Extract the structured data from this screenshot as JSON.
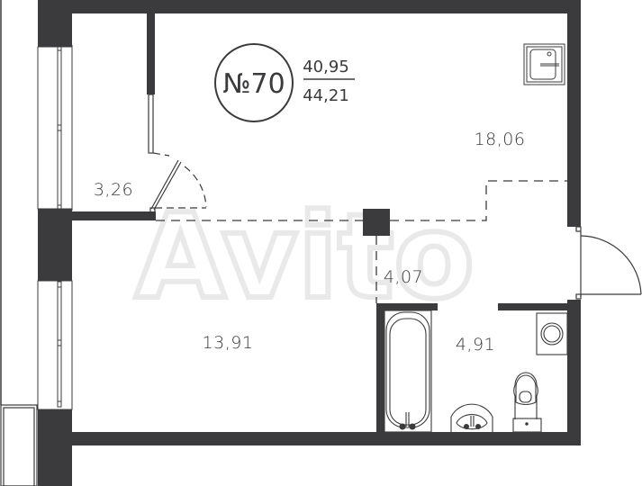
{
  "plan": {
    "apartment_number": "№70",
    "living_area": "40,95",
    "total_area": "44,21",
    "watermark": "Avito",
    "colors": {
      "wall": "#3b3b3d",
      "line": "#3b3b3d",
      "background": "#ffffff",
      "watermark": "#e9e9ea"
    },
    "rooms": [
      {
        "id": "kitchen-living",
        "area": "18,06"
      },
      {
        "id": "hallway-closet",
        "area": "3,26"
      },
      {
        "id": "bedroom",
        "area": "13,91"
      },
      {
        "id": "corridor",
        "area": "4,07"
      },
      {
        "id": "bathroom",
        "area": "4,91"
      }
    ],
    "fixtures": [
      "kitchen-sink",
      "bathtub",
      "washbasin",
      "toilet",
      "washing-machine"
    ]
  }
}
